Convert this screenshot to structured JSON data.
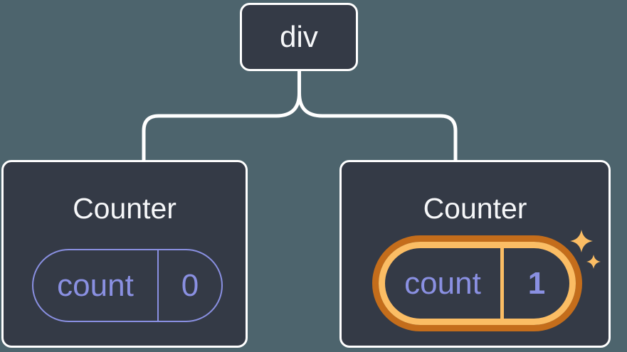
{
  "diagram": {
    "root": {
      "label": "div"
    },
    "children": [
      {
        "title": "Counter",
        "state_key": "count",
        "state_value": "0",
        "highlighted": false
      },
      {
        "title": "Counter",
        "state_key": "count",
        "state_value": "1",
        "highlighted": true
      }
    ]
  },
  "icons": {
    "sparkles": "sparkles-icon (two four-point stars marking fresh state)"
  },
  "colors": {
    "background": "#4d646d",
    "node_background": "#343a46",
    "node_border": "#ffffff",
    "connector": "#ffffff",
    "state_accent_purple": "#8a90e2",
    "highlight_ring_outer": "#c46d1b",
    "highlight_ring_inner": "#fbbd64",
    "sparkle": "#fbbd64"
  }
}
